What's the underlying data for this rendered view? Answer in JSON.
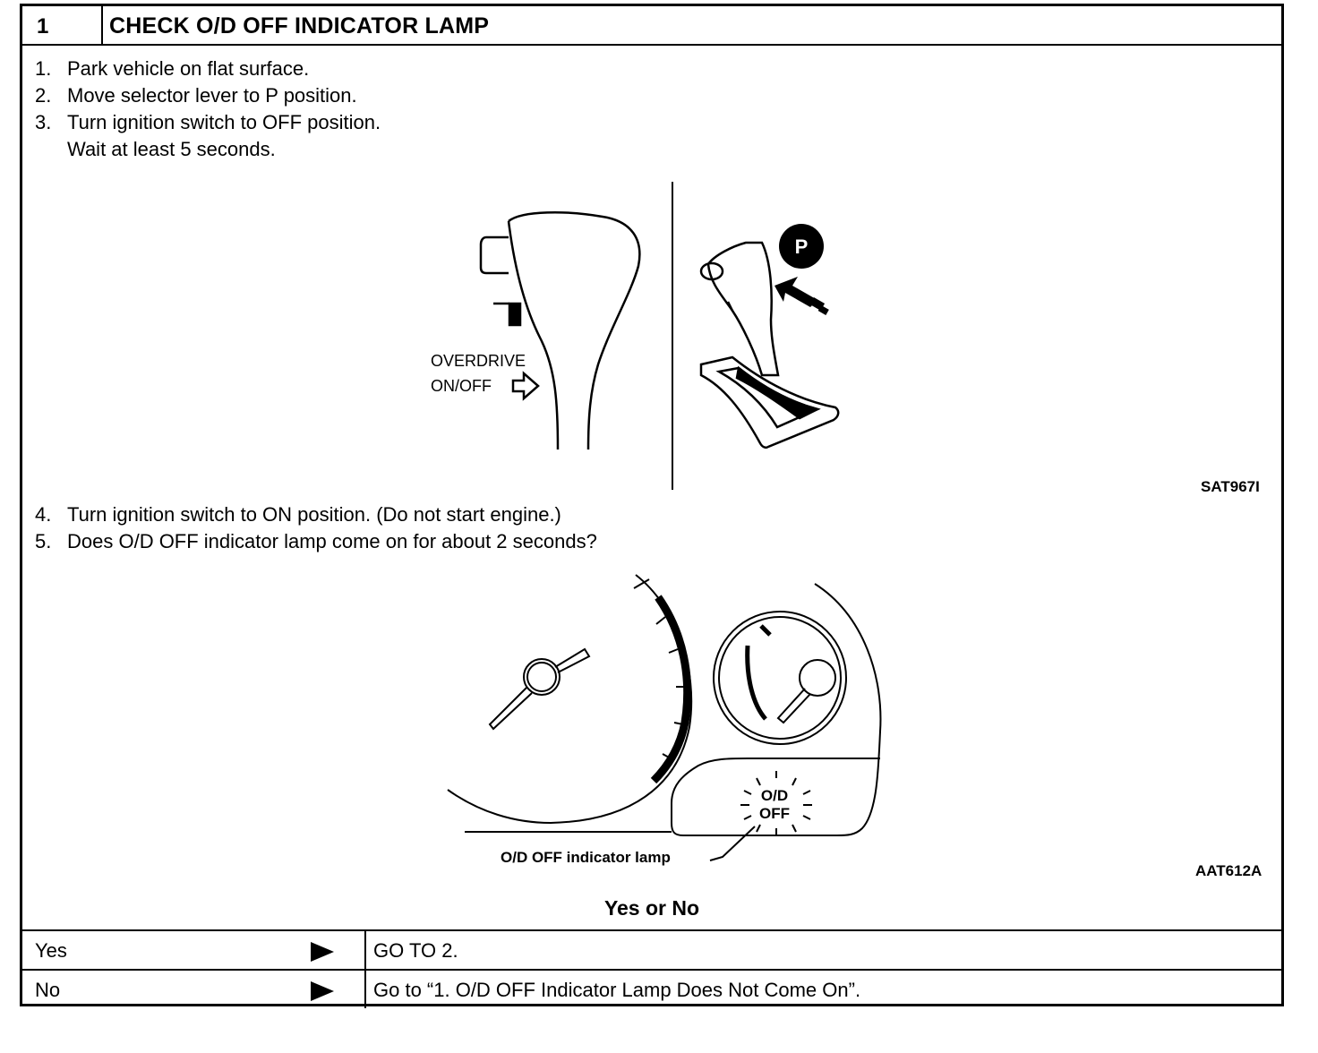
{
  "header": {
    "number": "1",
    "title": "CHECK O/D OFF INDICATOR LAMP"
  },
  "steps_a": [
    {
      "num": "1.",
      "text": "Park vehicle on flat surface.",
      "sub": ""
    },
    {
      "num": "2.",
      "text": "Move selector lever to P position.",
      "sub": ""
    },
    {
      "num": "3.",
      "text": "Turn ignition switch to OFF position.",
      "sub": "Wait at least 5 seconds."
    }
  ],
  "figure1": {
    "label_line1": "OVERDRIVE",
    "label_line2": "ON/OFF",
    "p_badge": "P",
    "code": "SAT967I"
  },
  "steps_b": [
    {
      "num": "4.",
      "text": "Turn ignition switch to ON position. (Do not start engine.)"
    },
    {
      "num": "5.",
      "text": "Does O/D OFF indicator lamp come on for about 2 seconds?"
    }
  ],
  "figure2": {
    "lamp_line1": "O/D",
    "lamp_line2": "OFF",
    "caption": "O/D OFF indicator lamp",
    "code": "AAT612A"
  },
  "decision": {
    "question": "Yes or No",
    "rows": [
      {
        "label": "Yes",
        "action": "GO TO 2."
      },
      {
        "label": "No",
        "action": "Go to “1. O/D OFF Indicator Lamp Does Not Come On”."
      }
    ]
  },
  "icons": {
    "row_arrow": "play-arrow-icon",
    "hollow_arrow": "outline-arrow-right-icon",
    "motion_arrow": "push-arrow-icon"
  }
}
